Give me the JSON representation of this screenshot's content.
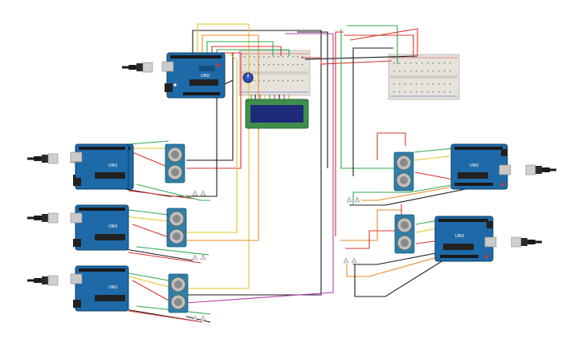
{
  "colors": {
    "board": "#1e6aa8",
    "board_dark": "#14507f",
    "board_edge": "#0e3f66",
    "header": "#1a1a1a",
    "chip": "#222222",
    "usb": "#c9c9c9",
    "sensor_pcb": "#2c7fa8",
    "sensor_eye": "#bfbfbf",
    "lcd_pcb": "#3e8f4a",
    "lcd_screen": "#1f2b78",
    "breadboard": "#e6e2dc",
    "wire_red": "#d9342b",
    "wire_black": "#1b1b1b",
    "wire_green": "#2fa84f",
    "wire_yellow": "#e6c320",
    "wire_orange": "#e8892a",
    "wire_purple": "#b43fb0",
    "wire_white": "#cfcfcf"
  },
  "boards": [
    {
      "id": "uno-top",
      "label": "UNO",
      "side": "left"
    },
    {
      "id": "uno-left-1",
      "label": "UNO",
      "side": "left"
    },
    {
      "id": "uno-left-2",
      "label": "UNO",
      "side": "left"
    },
    {
      "id": "uno-left-3",
      "label": "UNO",
      "side": "left"
    },
    {
      "id": "uno-right-1",
      "label": "UNO",
      "side": "right"
    },
    {
      "id": "uno-right-2",
      "label": "UNO",
      "side": "right"
    }
  ],
  "sensors": [
    {
      "id": "ultrasonic-1"
    },
    {
      "id": "ultrasonic-2"
    },
    {
      "id": "ultrasonic-3"
    },
    {
      "id": "ultrasonic-4"
    },
    {
      "id": "ultrasonic-5"
    }
  ],
  "lcd": {
    "id": "lcd-16x2"
  },
  "potentiometer": {
    "id": "potentiometer"
  },
  "breadboards": [
    {
      "id": "breadboard-left"
    },
    {
      "id": "breadboard-right"
    }
  ]
}
